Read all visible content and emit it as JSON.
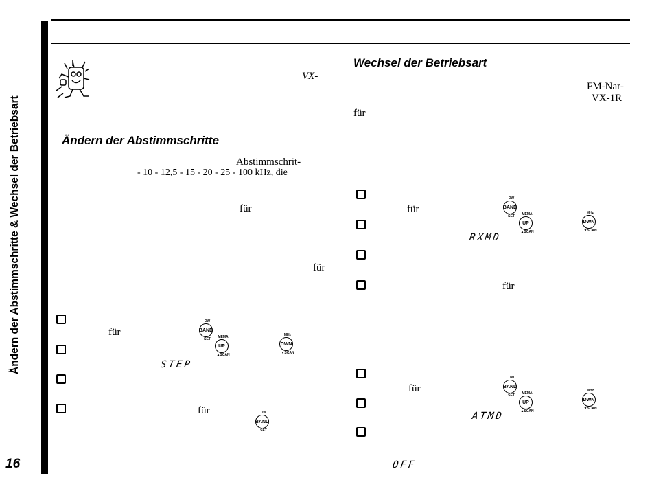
{
  "sidebar": {
    "title": "Ändern der Abstimmschritte & Wechsel der Betriebsart",
    "page_number": "16"
  },
  "left": {
    "vx_fragment": "VX-",
    "heading": "Ändern der Abstimmschritte",
    "line1": "Abstimmschrit-",
    "line2": "- 10 - 12,5 - 15 - 20 - 25 - 100 kHz, die",
    "fur1": "für",
    "fur2": "für",
    "fur3": "für",
    "lcd": "STEP",
    "fur4": "für"
  },
  "right": {
    "heading": "Wechsel der Betriebsart",
    "line1": "FM-Nar-",
    "line2": "VX-1R",
    "fur1": "für",
    "fur2": "für",
    "lcd1": "RXMD",
    "fur3": "für",
    "fur4": "für",
    "lcd2": "ATMD",
    "lcd3": "OFF"
  },
  "keys": {
    "band_top": "DW",
    "band_label": "BAND",
    "band_bottom": "SET",
    "up_top": "MEMA",
    "up_label": "UP",
    "up_bottom": "▲SCAN",
    "dwn_top": "MHz",
    "dwn_label": "DWN",
    "dwn_bottom": "▼SCAN"
  },
  "icons": {
    "mascot": "radio-mascot-icon",
    "checkbox": "checkbox-icon"
  }
}
